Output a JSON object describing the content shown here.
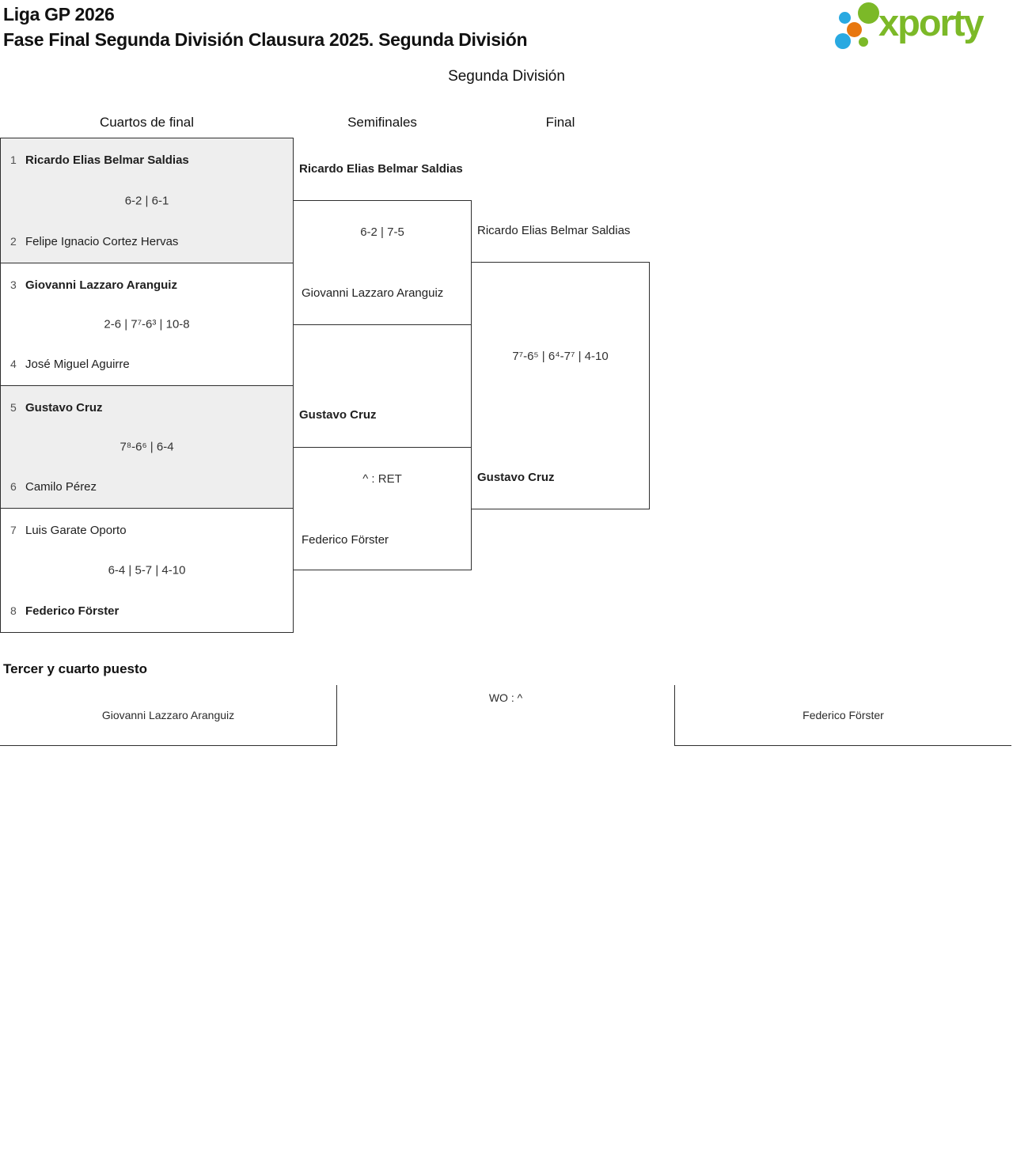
{
  "page": {
    "title_line1": "Liga GP 2026",
    "title_line2": "Fase Final Segunda División Clausura 2025. Segunda División",
    "division_heading": "Segunda División"
  },
  "logo": {
    "text": "xporty",
    "brand_green": "#7cb928",
    "brand_blue": "#29a9e1",
    "brand_orange": "#e8770f"
  },
  "round_headers": {
    "quarterfinals": "Cuartos de final",
    "semifinals": "Semifinales",
    "final": "Final"
  },
  "quarterfinals": [
    {
      "seed_top": "1",
      "player_top": "Ricardo Elias Belmar Saldias",
      "score": "6-2 | 6-1",
      "seed_bottom": "2",
      "player_bottom": "Felipe Ignacio Cortez Hervas",
      "winner": "top"
    },
    {
      "seed_top": "3",
      "player_top": "Giovanni Lazzaro Aranguiz",
      "score": "2-6 | 7⁷-6³ | 10-8",
      "seed_bottom": "4",
      "player_bottom": "José Miguel Aguirre",
      "winner": "top"
    },
    {
      "seed_top": "5",
      "player_top": "Gustavo Cruz",
      "score": "7⁸-6⁶ | 6-4",
      "seed_bottom": "6",
      "player_bottom": "Camilo Pérez",
      "winner": "top"
    },
    {
      "seed_top": "7",
      "player_top": "Luis Garate Oporto",
      "score": "6-4 | 5-7 | 4-10",
      "seed_bottom": "8",
      "player_bottom": "Federico Förster",
      "winner": "bottom"
    }
  ],
  "semifinals": [
    {
      "player_top": "Ricardo Elias Belmar Saldias",
      "score": "6-2 | 7-5",
      "player_bottom": "Giovanni Lazzaro Aranguiz",
      "winner": "top"
    },
    {
      "player_top": "Gustavo Cruz",
      "score": "^ : RET",
      "player_bottom": "Federico Förster",
      "winner": "top"
    }
  ],
  "final": {
    "player_top": "Ricardo Elias Belmar Saldias",
    "score": "7⁷-6⁵ | 6⁴-7⁷ | 4-10",
    "player_bottom": "Gustavo Cruz",
    "winner": "bottom"
  },
  "third_place": {
    "heading": "Tercer y cuarto puesto",
    "player_left": "Giovanni Lazzaro Aranguiz",
    "score": "WO : ^",
    "player_right": "Federico Förster"
  }
}
